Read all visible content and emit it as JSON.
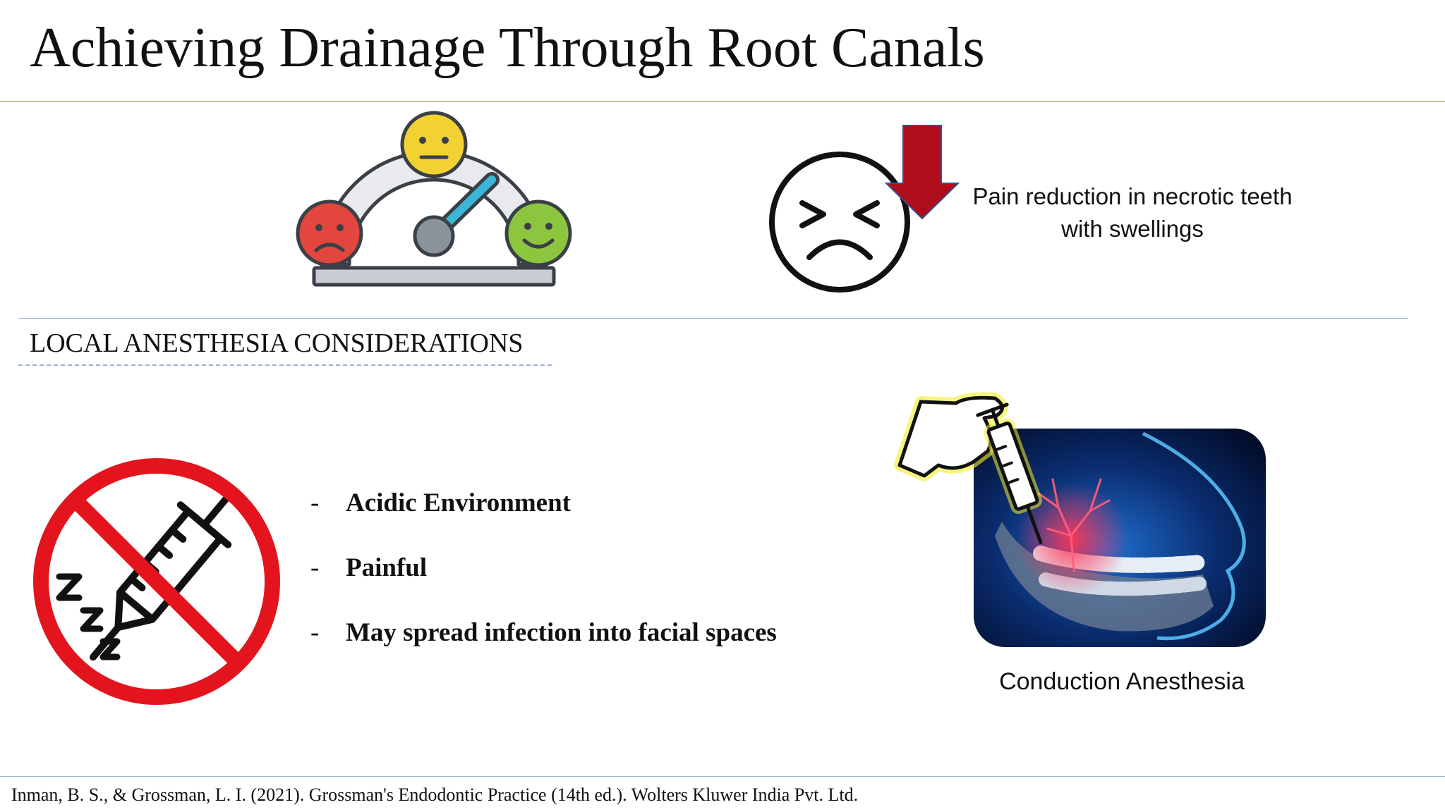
{
  "slide": {
    "title": "Achieving Drainage Through Root Canals",
    "pain_caption": "Pain reduction in necrotic teeth with swellings",
    "section_heading": "LOCAL ANESTHESIA CONSIDERATIONS",
    "bullets": [
      "Acidic Environment",
      "Painful",
      "May spread infection into facial spaces"
    ],
    "bullet_marker": "-",
    "conduction_caption": "Conduction Anesthesia",
    "reference": "Inman, B. S., & Grossman, L. I. (2021). Grossman's Endodontic Practice (14th ed.). Wolters Kluwer India Pvt. Ltd."
  },
  "icons": {
    "pain_meter": "pain-scale-meter-icon",
    "pain_face": "pain-face-icon",
    "down_arrow": "down-arrow-icon",
    "no_injection": "no-injection-icon",
    "conduction_image": "jaw-anesthesia-illustration"
  },
  "colors": {
    "title_rule": "#e8b58c",
    "divider": "#8fa6c8",
    "arrow_red": "#b00d1b",
    "prohibition_red": "#e3141d",
    "face_red": "#e2463f",
    "face_yellow": "#f2d233",
    "face_green": "#8cc63f",
    "needle_blue": "#3ab6d8",
    "glow_yellow": "#f4ee2a"
  }
}
